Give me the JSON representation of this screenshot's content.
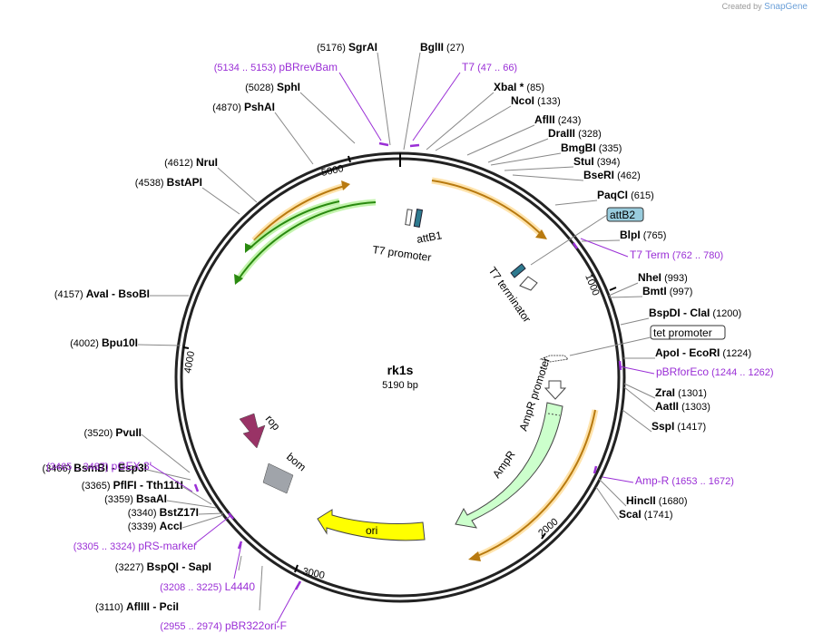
{
  "credit": {
    "prefix": "Created by",
    "brand": "SnapGene"
  },
  "plasmid": {
    "name": "rk1s",
    "size": "5190 bp"
  },
  "ticks": [
    "1000",
    "2000",
    "3000",
    "4000",
    "5000"
  ],
  "enzymes": [
    {
      "name": "SgrAI",
      "pos": "(5176)"
    },
    {
      "name": "BglII",
      "pos": "(27)"
    },
    {
      "name": "XbaI *",
      "pos": "(85)"
    },
    {
      "name": "NcoI",
      "pos": "(133)"
    },
    {
      "name": "AflII",
      "pos": "(243)"
    },
    {
      "name": "DraIII",
      "pos": "(328)"
    },
    {
      "name": "BmgBI",
      "pos": "(335)"
    },
    {
      "name": "StuI",
      "pos": "(394)"
    },
    {
      "name": "BseRI",
      "pos": "(462)"
    },
    {
      "name": "PaqCI",
      "pos": "(615)"
    },
    {
      "name": "BlpI",
      "pos": "(765)"
    },
    {
      "name": "NheI",
      "pos": "(993)"
    },
    {
      "name": "BmtI",
      "pos": "(997)"
    },
    {
      "name": "BspDI  -  ClaI",
      "pos": "(1200)"
    },
    {
      "name": "ApoI  -  EcoRI",
      "pos": "(1224)"
    },
    {
      "name": "ZraI",
      "pos": "(1301)"
    },
    {
      "name": "AatII",
      "pos": "(1303)"
    },
    {
      "name": "SspI",
      "pos": "(1417)"
    },
    {
      "name": "HincII",
      "pos": "(1680)"
    },
    {
      "name": "ScaI",
      "pos": "(1741)"
    },
    {
      "name": "AflIII  -  PciI",
      "pos": "(3110)"
    },
    {
      "name": "BspQI  -  SapI",
      "pos": "(3227)"
    },
    {
      "name": "AccI",
      "pos": "(3339)"
    },
    {
      "name": "BstZ17I",
      "pos": "(3340)"
    },
    {
      "name": "BsaAI",
      "pos": "(3359)"
    },
    {
      "name": "PflFI  -  Tth111I",
      "pos": "(3365)"
    },
    {
      "name": "BsmBI  -  Esp3I",
      "pos": "(3466)"
    },
    {
      "name": "PvuII",
      "pos": "(3520)"
    },
    {
      "name": "Bpu10I",
      "pos": "(4002)"
    },
    {
      "name": "AvaI  -  BsoBI",
      "pos": "(4157)"
    },
    {
      "name": "BstAPI",
      "pos": "(4538)"
    },
    {
      "name": "NruI",
      "pos": "(4612)"
    },
    {
      "name": "PshAI",
      "pos": "(4870)"
    },
    {
      "name": "SphI",
      "pos": "(5028)"
    }
  ],
  "primers": [
    {
      "name": "pBRrevBam",
      "range": "(5134 .. 5153)"
    },
    {
      "name": "T7",
      "range": "(47 .. 66)"
    },
    {
      "name": "T7 Term",
      "range": "(762 .. 780)"
    },
    {
      "name": "pBRforEco",
      "range": "(1244 .. 1262)"
    },
    {
      "name": "Amp-R",
      "range": "(1653 .. 1672)"
    },
    {
      "name": "pBR322ori-F",
      "range": "(2955 .. 2974)"
    },
    {
      "name": "L4440",
      "range": "(3208 .. 3225)"
    },
    {
      "name": "pRS-marker",
      "range": "(3305 .. 3324)"
    },
    {
      "name": "pGEX 3'",
      "range": "(3465 .. 3487)"
    }
  ],
  "features": {
    "attB2": "attB2",
    "tet_promoter": "tet promoter",
    "attB1": "attB1",
    "t7_promoter": "T7 promoter",
    "t7_terminator": "T7 terminator",
    "ampr_promoter": "AmpR promoter",
    "ampr": "AmpR",
    "ori": "ori",
    "rop": "rop",
    "bom": "bom"
  },
  "colors": {
    "primer": "#9a2fd6",
    "ampr_fill": "#ccffcc",
    "ori_fill": "#ffff00",
    "rop_fill": "#993366",
    "bom_fill": "#a0a4aa",
    "attb_fill": "#99ccdd",
    "orf_orange": "#b87a10",
    "orf_green": "#2a8a10"
  }
}
